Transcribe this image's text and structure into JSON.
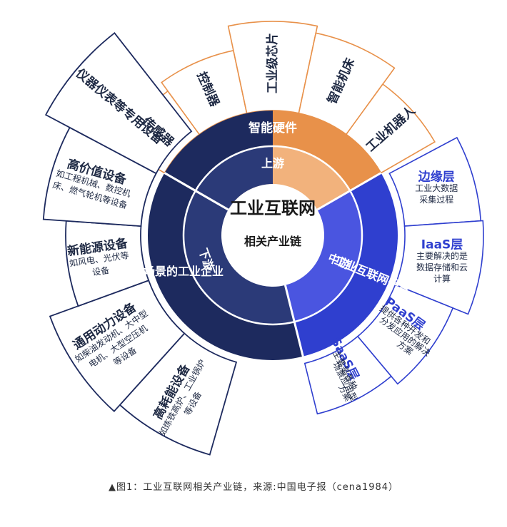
{
  "colors": {
    "orange": "#e8914a",
    "orange_light": "#f2b27c",
    "blue": "#2f3fcf",
    "blue_light": "#4a55e0",
    "navy": "#1d2a5e",
    "navy_light": "#2b3a78",
    "text_dark": "#1f2a44"
  },
  "center": {
    "title": "工业互联网",
    "subtitle": "相关产业链"
  },
  "ring_inner": {
    "upstream": "上游",
    "midstream": "中游",
    "downstream": "下游"
  },
  "ring_mid": {
    "hardware": "智能硬件",
    "platform": "工业互联网平台",
    "application": "应用场景的工业企业"
  },
  "outer_upstream": [
    {
      "title": "传感器"
    },
    {
      "title": "控制器"
    },
    {
      "title": "工业级芯片"
    },
    {
      "title": "智能机床"
    },
    {
      "title": "工业机器人"
    }
  ],
  "outer_midstream": [
    {
      "title": "边缘层",
      "desc1": "工业大数据",
      "desc2": "采集过程"
    },
    {
      "title": "IaaS层",
      "desc1": "主要解决的是",
      "desc2": "数据存储和云",
      "desc3": "计算"
    },
    {
      "title": "PaaS层",
      "desc1": "提供各种开发和",
      "desc2": "分发应用的解决",
      "desc3": "方案"
    },
    {
      "title": "SaaS层",
      "desc1": "主要是各种",
      "desc2": "场景应用型",
      "desc3": "方案"
    }
  ],
  "outer_downstream": [
    {
      "title": "高耗能设备",
      "desc1": "如炼铁高炉、工业锅炉",
      "desc2": "等设备"
    },
    {
      "title": "通用动力设备",
      "desc1": "如柴油发动机、大中型",
      "desc2": "电机、大型空压机",
      "desc3": "等设备"
    },
    {
      "title": "新能源设备",
      "desc1": "如风电、光伏等",
      "desc2": "设备"
    },
    {
      "title": "高价值设备",
      "desc1": "如工程机械、数控机",
      "desc2": "床、燃气轮机等设备"
    },
    {
      "title": "仪器仪表等专用设备"
    }
  ],
  "caption": "▲图1：工业互联网相关产业链，来源:中国电子报（cena1984）"
}
